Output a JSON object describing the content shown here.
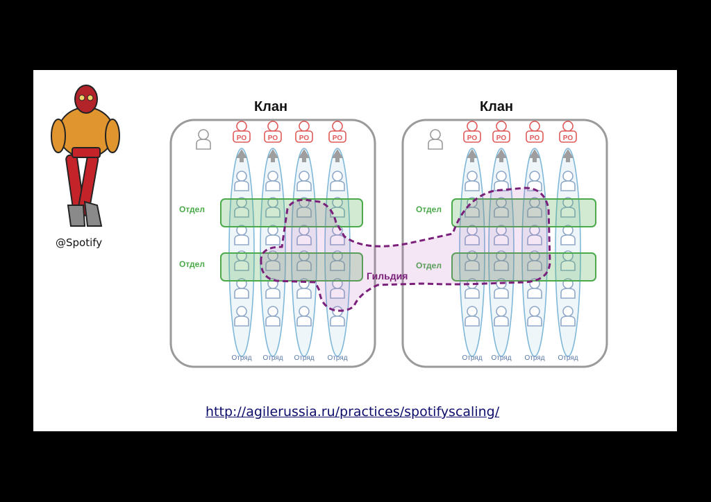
{
  "caption": "@Spotify",
  "link": "http://agilerussia.ru/practices/spotifyscaling/",
  "diagram": {
    "tribes": [
      {
        "title": "Клан",
        "po_labels": [
          "PO",
          "PO",
          "PO",
          "PO"
        ],
        "chapter_labels": [
          "Отдел",
          "Отдел"
        ],
        "squad_labels": [
          "Отряд",
          "Отряд",
          "Отряд",
          "Отряд"
        ]
      },
      {
        "title": "Клан",
        "po_labels": [
          "PO",
          "PO",
          "PO",
          "PO"
        ],
        "chapter_labels": [
          "Отдел",
          "Отдел"
        ],
        "squad_labels": [
          "Отряд",
          "Отряд",
          "Отряд",
          "Отряд"
        ]
      }
    ],
    "guild_label": "Гильдия"
  },
  "colors": {
    "tribe_border": "#9a9a9a",
    "squad": "#7fb8d8",
    "chapter": "#4aaa4a",
    "guild": "#7a1f7a",
    "po": "#e05a5a",
    "person": "#8fa8c8"
  }
}
